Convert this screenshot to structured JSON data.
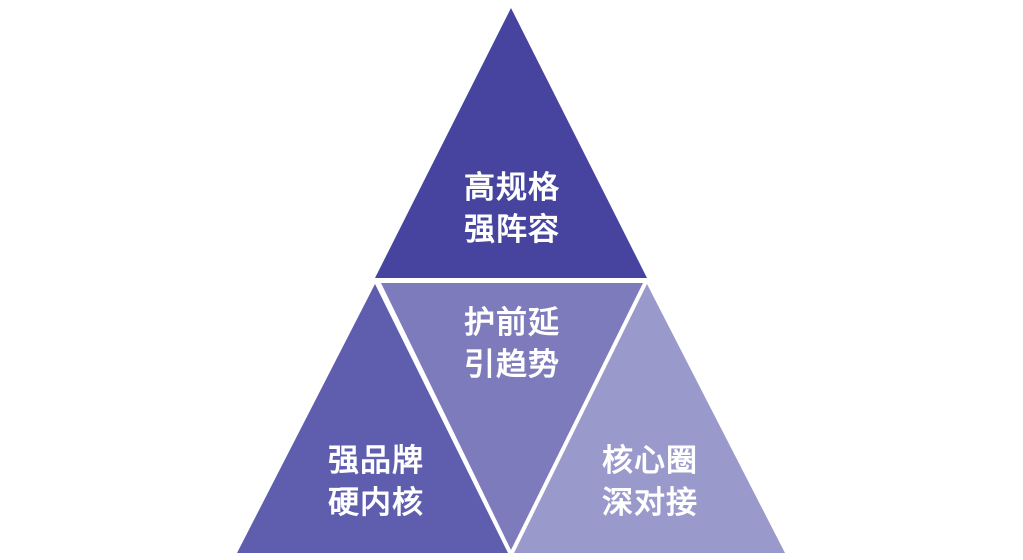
{
  "segments": [
    {
      "id": "top",
      "lines": [
        "高规格",
        "强阵容"
      ],
      "color": "#46449e"
    },
    {
      "id": "left",
      "lines": [
        "强品牌",
        "硬内核"
      ],
      "color": "#5f5eae"
    },
    {
      "id": "middle",
      "lines": [
        "护前延",
        "引趋势"
      ],
      "color": "#7d7bbb"
    },
    {
      "id": "right",
      "lines": [
        "核心圈",
        "深对接"
      ],
      "color": "#9a99cb"
    }
  ]
}
